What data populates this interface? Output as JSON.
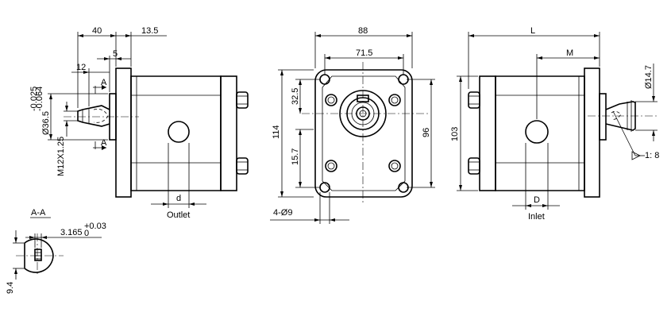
{
  "drawing": {
    "left_view": {
      "dim_overall": "40",
      "dim_flange": "13.5",
      "dim_shaft_step": "5",
      "dim_shaft_len": "12",
      "section_mark": "A",
      "pilot_dia": "Ø36.5",
      "pilot_tol_upper": "-0.025",
      "pilot_tol_lower": "-0.064",
      "thread": "M12X1.25",
      "port_dia": "d",
      "port_label": "Outlet"
    },
    "front_view": {
      "width": "88",
      "bolt_spacing_x": "71.5",
      "height": "114",
      "bolt_spacing_y": "96",
      "offset_upper": "32.5",
      "offset_lower": "15.7",
      "holes": "4-Ø9"
    },
    "right_view": {
      "length": "L",
      "port_offset": "M",
      "height": "103",
      "shaft_dia": "Ø14.7",
      "taper": "1: 8",
      "port_dia": "D",
      "port_label": "Inlet"
    },
    "section_view": {
      "title": "A-A",
      "key_height": "3.165",
      "key_tol_upper": "+0.03",
      "key_tol_lower": "0",
      "dim_side": "9.4"
    }
  }
}
